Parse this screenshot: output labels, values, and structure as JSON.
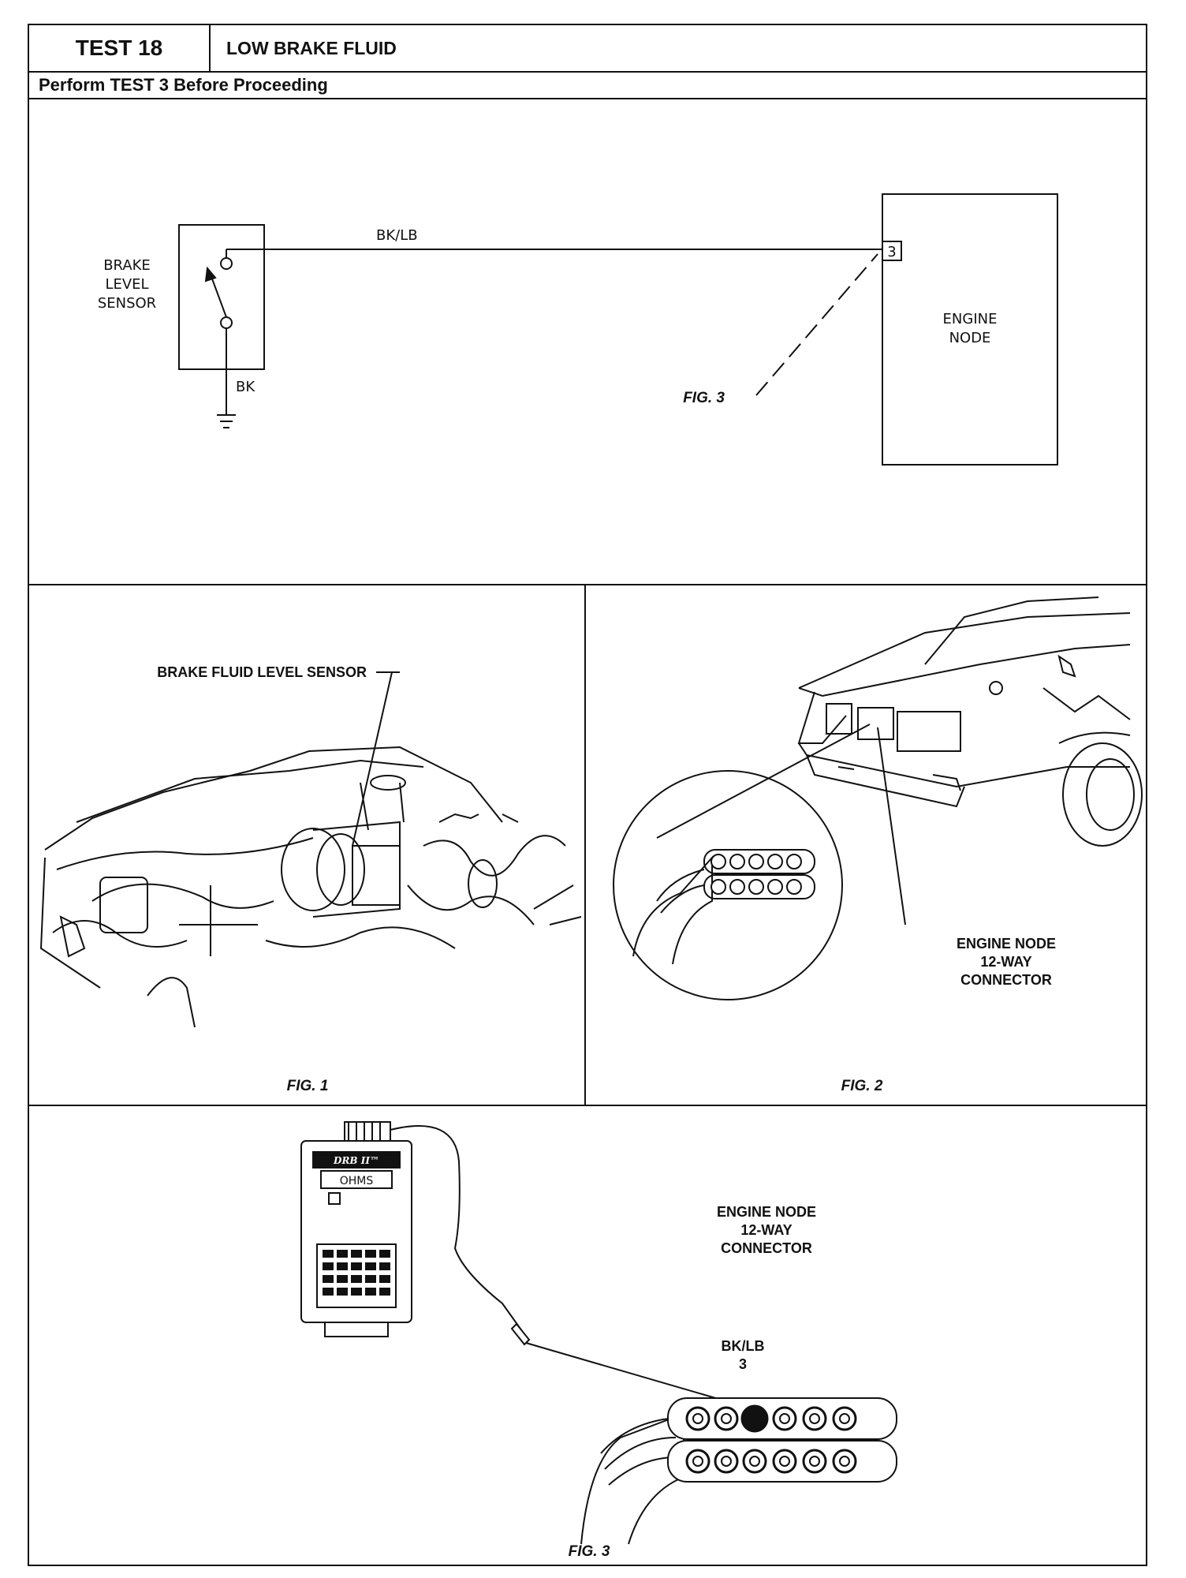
{
  "header": {
    "test_number": "TEST 18",
    "test_title": "LOW BRAKE FLUID",
    "note": "Perform TEST 3 Before Proceeding"
  },
  "schematic": {
    "sensor_label_lines": [
      "BRAKE",
      "LEVEL",
      "SENSOR"
    ],
    "wire_label": "BK/LB",
    "ground_wire_label": "BK",
    "pin_number": "3",
    "node_label_lines": [
      "ENGINE",
      "NODE"
    ],
    "figure_ref": "FIG. 3"
  },
  "fig1": {
    "callout": "BRAKE FLUID LEVEL SENSOR",
    "caption": "FIG. 1"
  },
  "fig2": {
    "connector_label_lines": [
      "ENGINE NODE",
      "12-WAY",
      "CONNECTOR"
    ],
    "caption": "FIG. 2"
  },
  "fig3": {
    "tester_brand": "DRB II™",
    "tester_display": "OHMS",
    "connector_label_lines": [
      "ENGINE NODE",
      "12-WAY",
      "CONNECTOR"
    ],
    "pin_wire_label": "BK/LB",
    "pin_number_label": "3",
    "caption": "FIG. 3"
  }
}
